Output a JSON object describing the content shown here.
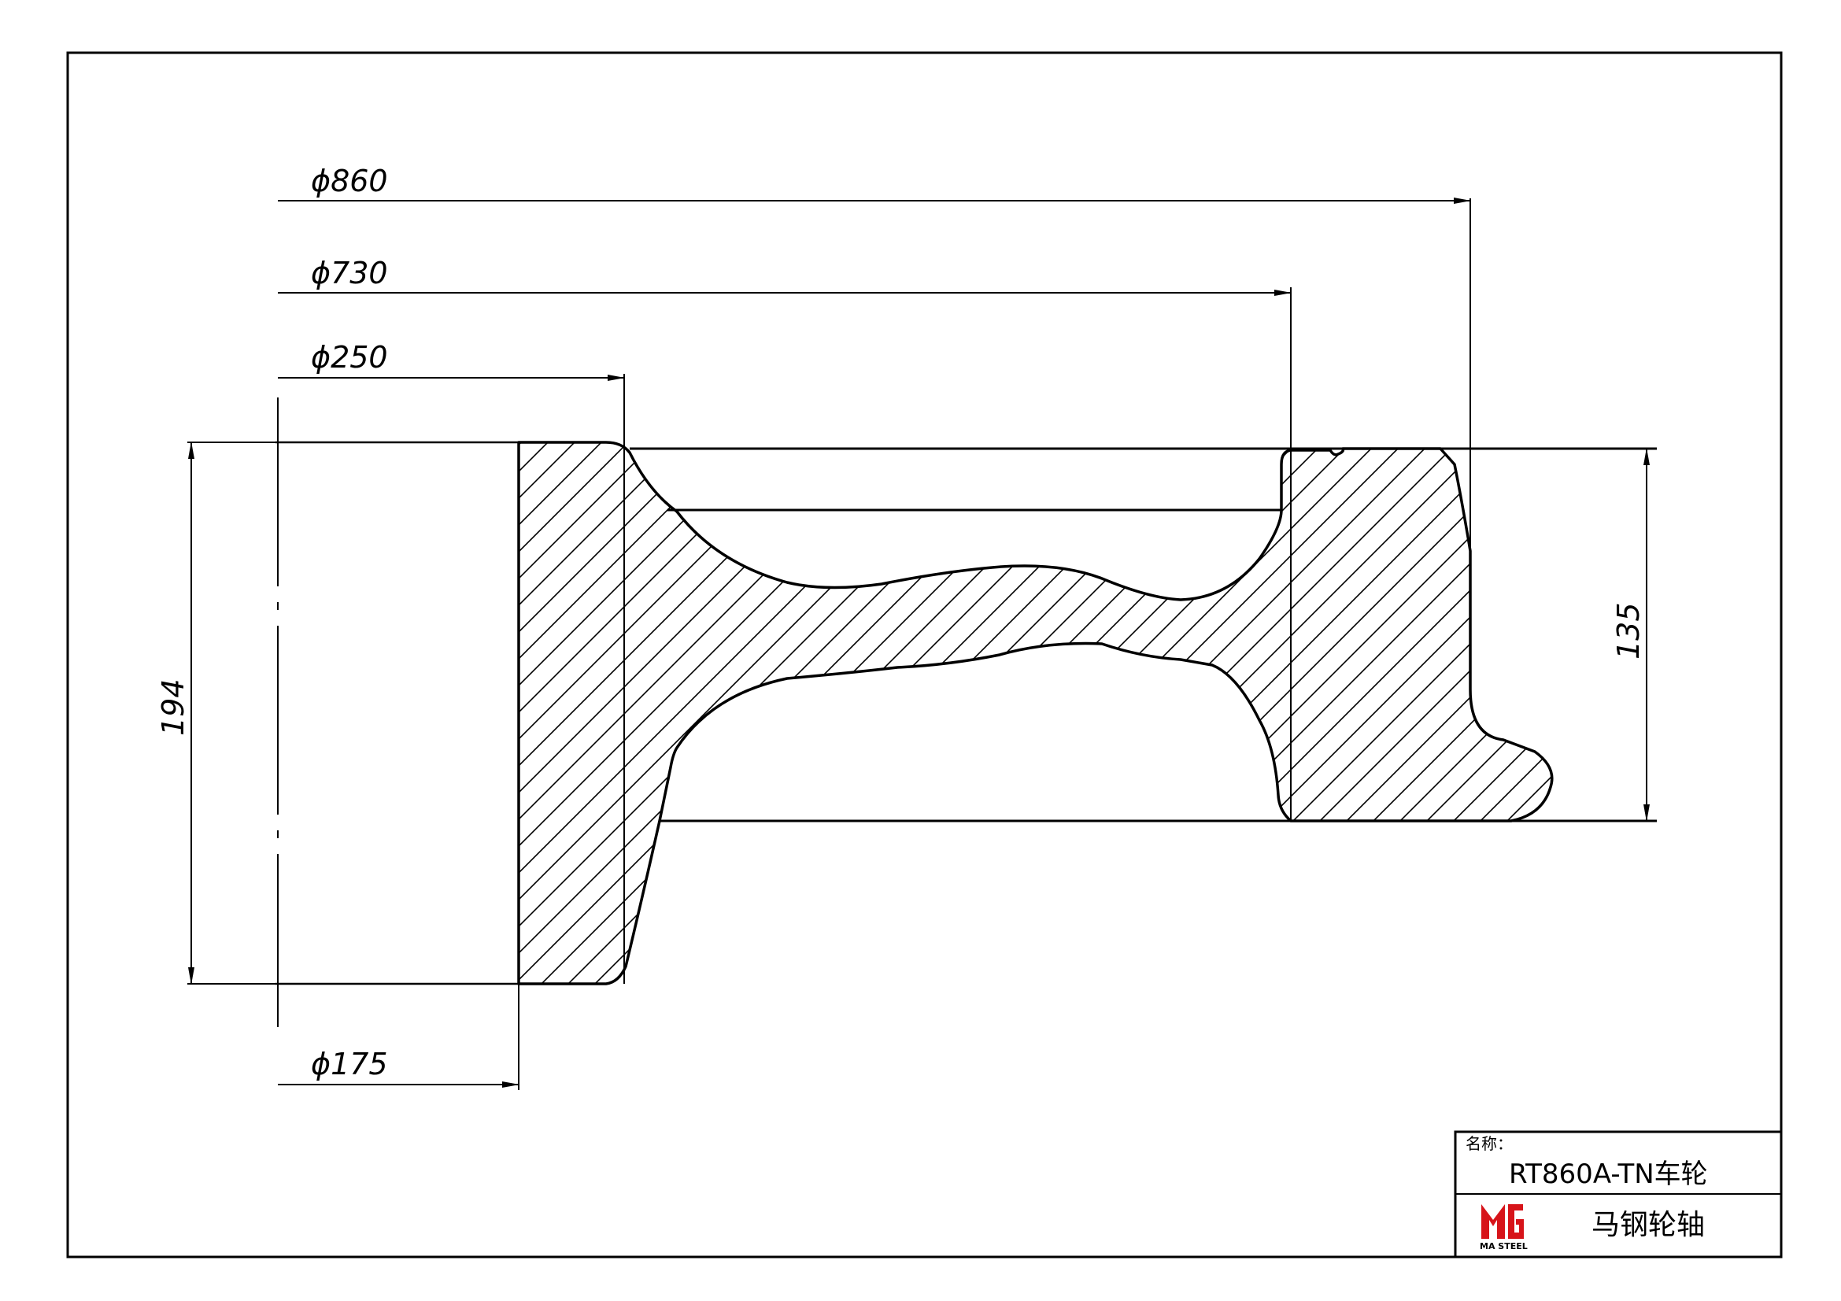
{
  "dimensions": {
    "d860": "ϕ860",
    "d730": "ϕ730",
    "d250": "ϕ250",
    "d175": "ϕ175",
    "h194": "194",
    "h135": "135"
  },
  "title_block": {
    "name_label": "名称：",
    "part_name": "RT860A-TN车轮",
    "company": "马钢轮轴",
    "logo_text": "MA STEEL",
    "logo_color": "#d7141a"
  }
}
